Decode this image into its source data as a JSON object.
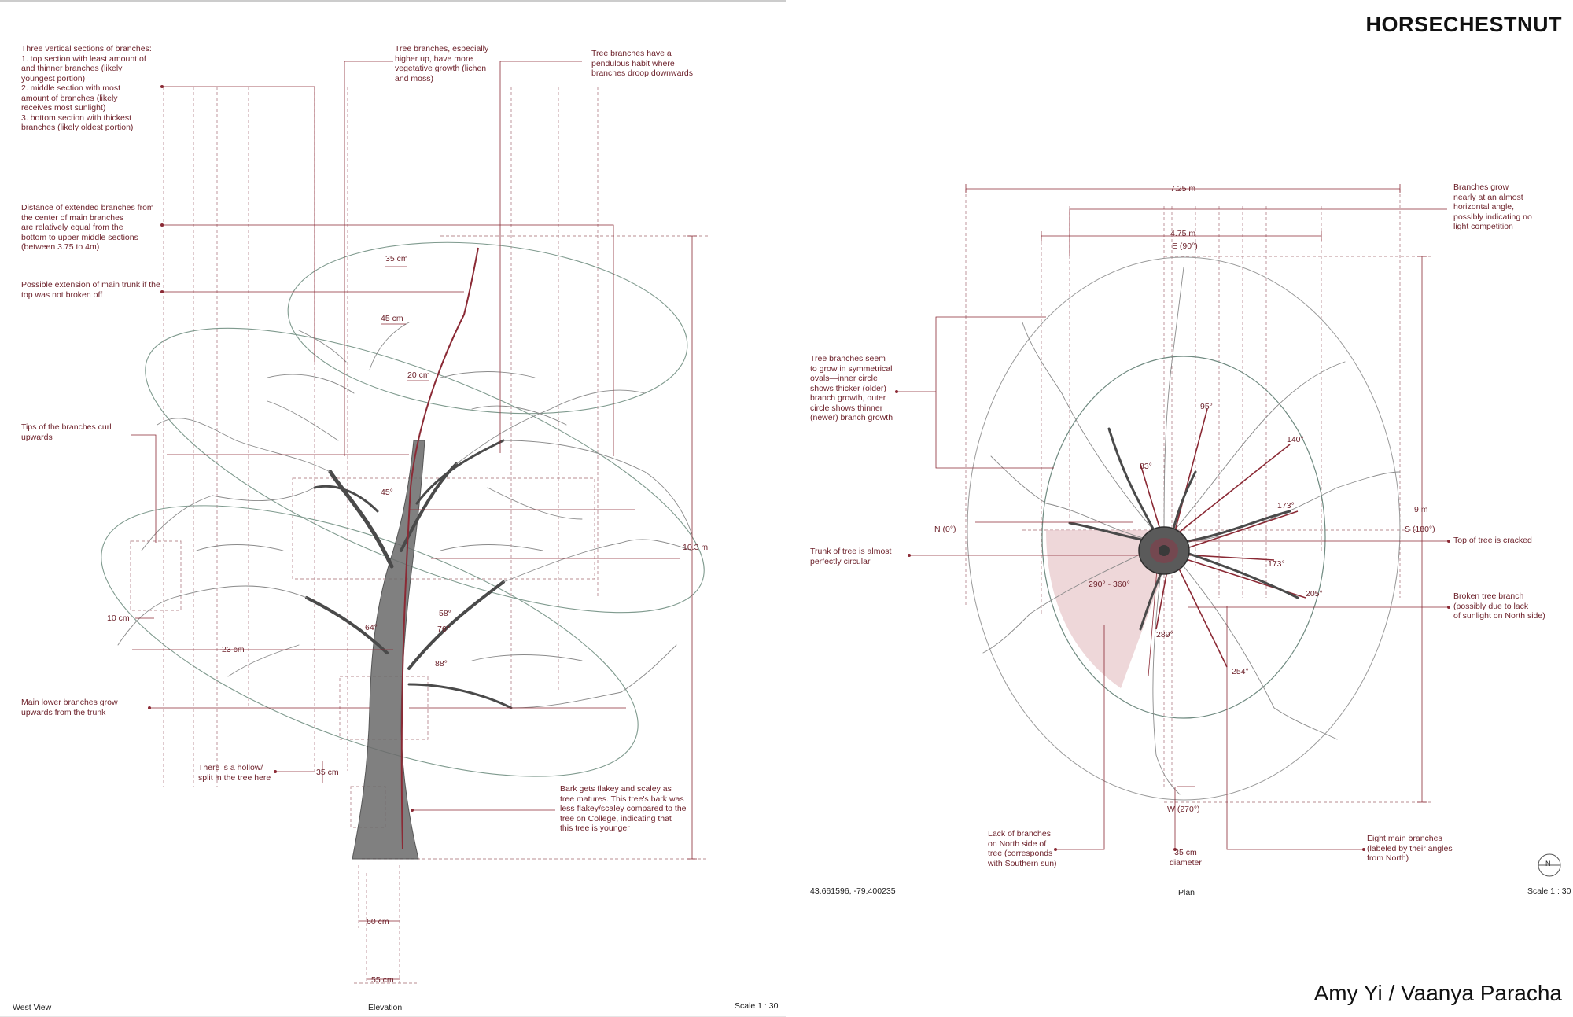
{
  "title": "HORSECHESTNUT",
  "authors": "Amy Yi / Vaanya Paracha",
  "elevation": {
    "annotations": {
      "three_sections": "Three vertical sections of branches:\n1.  top section with least amount of\nand thinner branches (likely\nyoungest portion)\n2. middle section with most\namount of branches (likely\nreceives most sunlight)\n3. bottom section with thickest\nbranches (likely oldest portion)",
      "distance_branches": "Distance of extended branches from\nthe center of main branches\nare relatively equal from the\nbottom to upper middle sections\n(between 3.75 to 4m)",
      "extension_trunk": "Possible extension of main trunk if the\ntop was not broken off",
      "tips_curl": "Tips of the branches curl\nupwards",
      "lower_branches": "Main lower branches grow\nupwards from the trunk",
      "hollow": "There is a hollow/\nsplit in the tree here",
      "vegetative": "Tree branches, especially\nhigher up, have more\nvegetative growth (lichen\nand moss)",
      "pendulous": "Tree branches have a\npendulous habit where\nbranches droop downwards",
      "bark": "Bark gets flakey and scaley as\ntree matures. This tree's bark was\nless flakey/scaley compared to the\ntree on College, indicating that\nthis tree is younger"
    },
    "dimensions": {
      "d35_top": "35 cm",
      "d45": "45 cm",
      "d20": "20 cm",
      "a45": "45°",
      "d10": "10 cm",
      "d23": "23 cm",
      "a64": "64°",
      "a58": "58°",
      "a76": "76°",
      "a88": "88°",
      "d35_hollow": "35 cm",
      "height": "10.3 m",
      "d60": "60 cm",
      "d55": "55 cm"
    },
    "footer": {
      "view": "West View",
      "name": "Elevation",
      "scale": "Scale 1 : 30"
    }
  },
  "plan": {
    "annotations": {
      "horizontal": "Branches grow\nnearly at an almost\nhorizontal angle,\npossibly indicating no\nlight competition",
      "symmetrical": "Tree branches seem\nto grow in symmetrical\novals—inner circle\nshows thicker (older)\nbranch growth, outer\ncircle shows thinner\n(newer) branch growth",
      "trunk_circular": "Trunk of tree is almost\nperfectly circular",
      "cracked": "Top of tree is cracked",
      "broken_branch": "Broken tree branch\n(possibly due to lack\nof sunlight on North side)",
      "lack_branches": "Lack of branches\non North side of\ntree (corresponds\nwith Southern sun)",
      "diameter": "35 cm\ndiameter",
      "eight_branches": "Eight main branches\n(labeled by their angles\nfrom North)"
    },
    "dimensions": {
      "width_725": "7.25 m",
      "width_475": "4.75 m",
      "height_9": "9 m"
    },
    "compass": {
      "east": "E (90°)",
      "north": "N (0°)",
      "south": "S (180°)",
      "west": "W (270°)",
      "compass_letter": "N"
    },
    "angles": {
      "a95": "95°",
      "a140": "140°",
      "a83": "83°",
      "a173a": "173°",
      "a173b": "173°",
      "a205": "205°",
      "a289": "289°",
      "a254": "254°",
      "sector": "290° - 360°"
    },
    "footer": {
      "coords": "43.661596, -79.400235",
      "name": "Plan",
      "scale": "Scale 1 : 30"
    }
  }
}
